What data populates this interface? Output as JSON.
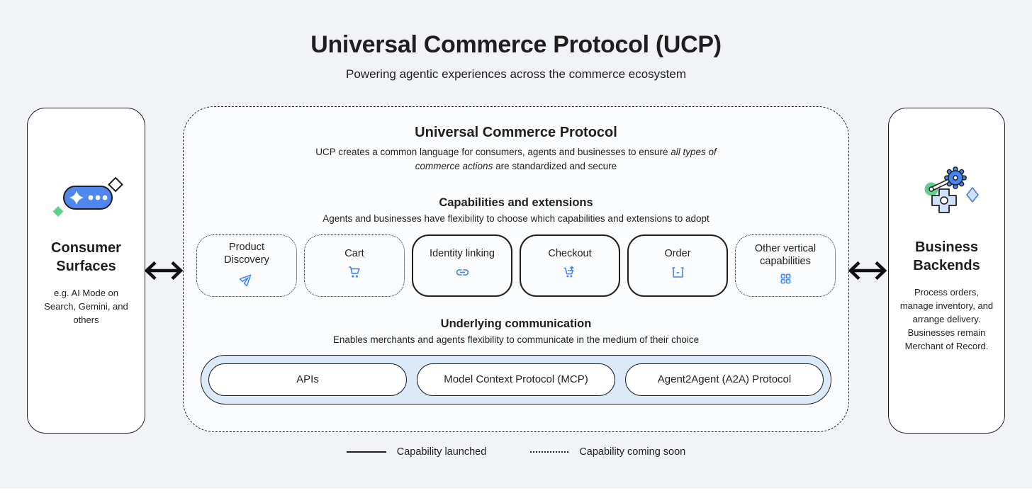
{
  "page": {
    "title": "Universal Commerce Protocol (UCP)",
    "subtitle": "Powering agentic experiences across the commerce ecosystem"
  },
  "left_panel": {
    "title": "Consumer Surfaces",
    "description": "e.g. AI Mode on Search, Gemini, and others",
    "icon": "ai-chat-pill-icon"
  },
  "right_panel": {
    "title": "Business Backends",
    "description": "Process orders, manage inventory, and arrange delivery. Businesses remain Merchant of Record.",
    "icon": "gears-icon"
  },
  "ucp_box": {
    "title": "Universal Commerce Protocol",
    "description_pre": "UCP creates a common language for consumers, agents and businesses to ensure ",
    "description_italic": "all types of commerce actions",
    "description_post": " are standardized and secure",
    "capabilities": {
      "heading": "Capabilities and extensions",
      "subheading": "Agents and businesses have flexibility to choose which capabilities and extensions to adopt",
      "items": [
        {
          "label": "Product Discovery",
          "icon": "send-icon",
          "status": "coming-soon"
        },
        {
          "label": "Cart",
          "icon": "cart-icon",
          "status": "coming-soon"
        },
        {
          "label": "Identity linking",
          "icon": "link-icon",
          "status": "launched"
        },
        {
          "label": "Checkout",
          "icon": "cart-checkout-icon",
          "status": "launched"
        },
        {
          "label": "Order",
          "icon": "order-box-icon",
          "status": "launched"
        },
        {
          "label": "Other vertical capabilities",
          "icon": "grid-icon",
          "status": "coming-soon"
        }
      ]
    },
    "communication": {
      "heading": "Underlying communication",
      "subheading": "Enables merchants and agents flexibility to communicate in the medium of their choice",
      "items": [
        {
          "label": "APIs"
        },
        {
          "label": "Model Context Protocol (MCP)"
        },
        {
          "label": "Agent2Agent (A2A) Protocol"
        }
      ]
    }
  },
  "legend": {
    "launched": "Capability launched",
    "coming_soon": "Capability coming soon"
  },
  "colors": {
    "accent_blue": "#4285f4",
    "pill_blue": "#4f87ee",
    "green": "#63cf8c",
    "light_blue_container": "#dbe9f8",
    "light_blue_fill": "#cfe2f8",
    "ink": "#1f1f1f"
  }
}
